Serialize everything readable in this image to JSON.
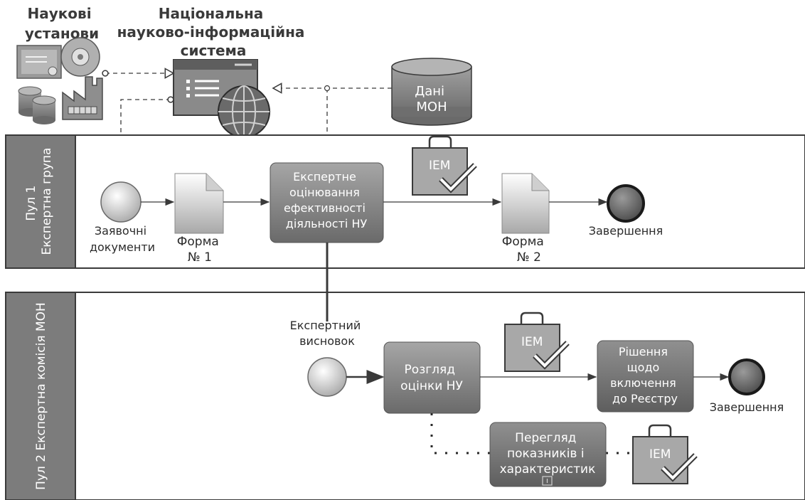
{
  "top_labels": {
    "institutions": [
      "Наукові",
      "установи"
    ],
    "system": [
      "Національна",
      "науково-інформаційна",
      "система"
    ]
  },
  "mon_data": [
    "Дані",
    "МОН"
  ],
  "pool1": {
    "label_line1": "Пул 1",
    "label_line2": "Експертна група",
    "start_label": [
      "Заявочні",
      "документи"
    ],
    "form1": [
      "Форма",
      "№ 1"
    ],
    "task": [
      "Експертне",
      "оцінювання",
      "ефективності",
      "діяльності НУ"
    ],
    "iem": "IEM",
    "form2": [
      "Форма",
      "№ 2"
    ],
    "end_label": "Завершення"
  },
  "pool2": {
    "label": "Пул 2 Експертна комісія МОН",
    "start_label": [
      "Експертний",
      "висновок"
    ],
    "task_review": [
      "Розгляд",
      "оцінки НУ"
    ],
    "iem": "IEM",
    "task_decision": [
      "Рішення",
      "щодо",
      "включення",
      "до Реєстру"
    ],
    "end_label": "Завершення",
    "task_indicators": [
      "Перегляд",
      "показників і",
      "характеристик"
    ],
    "iem2": "IEM"
  },
  "icons": [
    "certificate-icon",
    "disc-icon",
    "database-icon",
    "factory-icon",
    "web-window-icon",
    "globe-icon",
    "shopping-bag-check-icon",
    "document-icon"
  ],
  "colors": {
    "task_fill": "#8c8c8c",
    "task_dark": "#6e6e6e",
    "pool_band": "#7a7a7a",
    "event_end": "#5a5a5a"
  }
}
